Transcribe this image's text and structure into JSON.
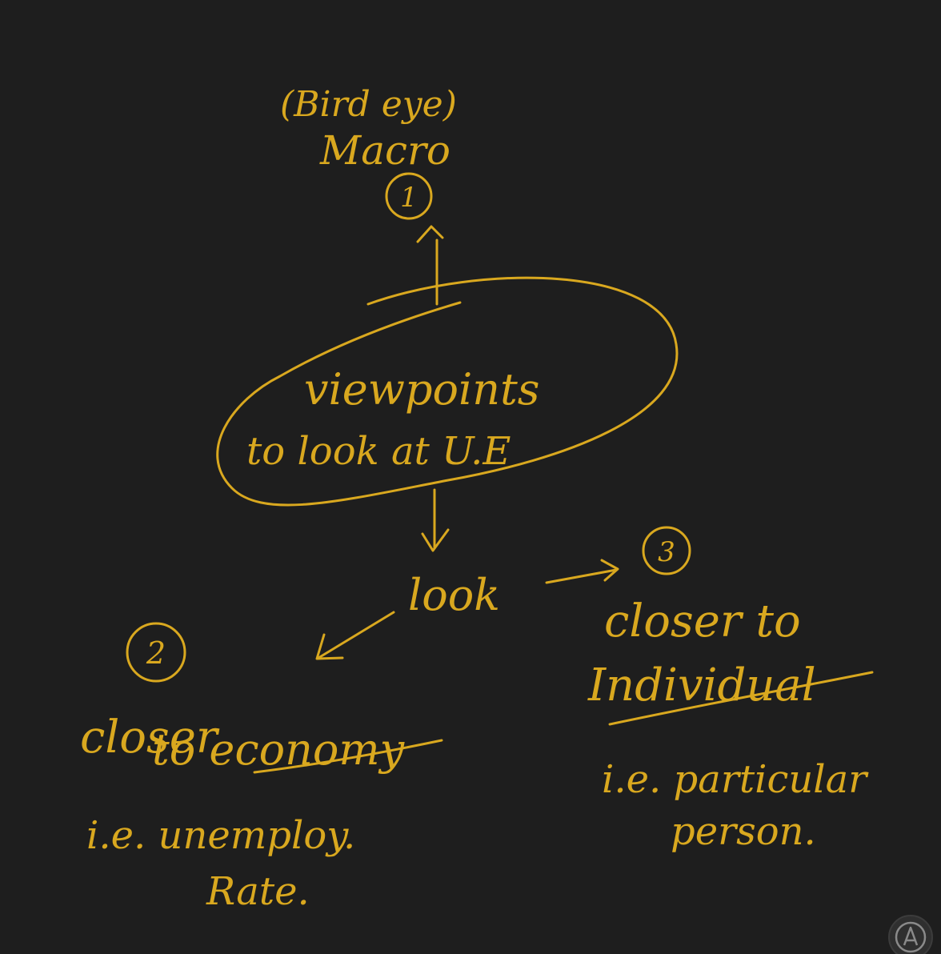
{
  "nodes": {
    "node1": {
      "number": "1",
      "lines": [
        "(Bird eye)",
        "Macro"
      ]
    },
    "center": {
      "lines": [
        "viewpoints",
        "to look at U.E"
      ]
    },
    "look": {
      "text": "look"
    },
    "node2": {
      "number": "2",
      "lines": [
        "closer",
        "to economy"
      ],
      "example_lines": [
        "i.e. unemploy.",
        "Rate."
      ]
    },
    "node3": {
      "number": "3",
      "lines": [
        "closer to",
        "Individual"
      ],
      "example_lines": [
        "i.e. particular",
        "person."
      ]
    }
  },
  "ink_color": "#d9a81f",
  "background_color": "#1e1e1e",
  "toolbar": {
    "icon": "pen-tool-icon"
  }
}
